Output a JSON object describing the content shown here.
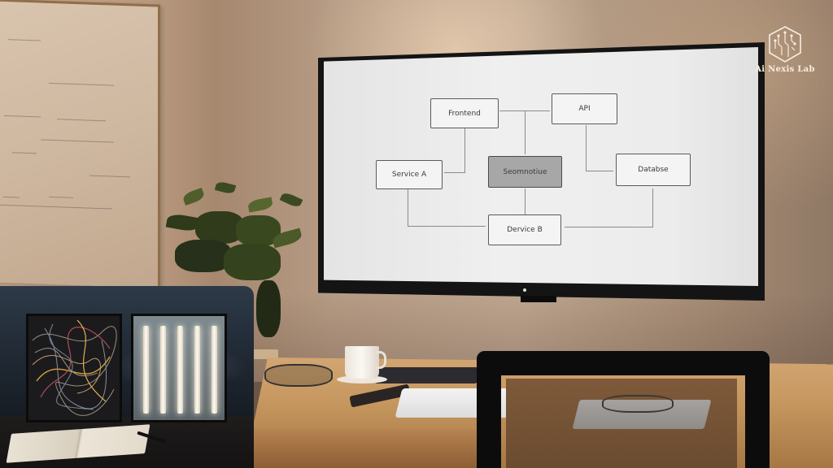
{
  "scene": {
    "description": "Office meeting room with a wall-mounted screen showing a system architecture diagram, a whiteboard, a potted plant, a wooden desk, and a chair in the foreground",
    "inset_description": "Inset photo of two framed panels: tangled colored wires vs. neat vertical light bars, with an open notebook and pen"
  },
  "logo": {
    "icon": "circuit-hexagon-icon",
    "text": "Ai Nexis Lab",
    "color": "#f6ede2"
  },
  "screen_diagram": {
    "nodes": [
      {
        "id": "frontend",
        "label": "Frontend",
        "active": false
      },
      {
        "id": "api",
        "label": "API",
        "active": false
      },
      {
        "id": "service_a",
        "label": "Service A",
        "active": false
      },
      {
        "id": "center",
        "label": "Seomnotiue",
        "active": true
      },
      {
        "id": "database",
        "label": "Databse",
        "active": false
      },
      {
        "id": "device_b",
        "label": "Dervice B",
        "active": false
      }
    ],
    "edges": [
      {
        "from": "frontend",
        "to": "api",
        "bidirectional": true
      },
      {
        "from": "frontend",
        "to": "center"
      },
      {
        "from": "service_a",
        "to": "frontend",
        "bidirectional": true
      },
      {
        "from": "api",
        "to": "database",
        "bidirectional": true
      },
      {
        "from": "center",
        "to": "device_b",
        "bidirectional": true
      },
      {
        "from": "service_a",
        "to": "device_b",
        "bidirectional": true
      },
      {
        "from": "database",
        "to": "device_b",
        "bidirectional": true
      }
    ]
  },
  "colors": {
    "wall": "#b99a80",
    "screen": "#ececec",
    "node_border": "#5a5a5a",
    "node_active": "#a7a7a7",
    "desk": "#c6975f",
    "chair": "#0d0c0c"
  }
}
